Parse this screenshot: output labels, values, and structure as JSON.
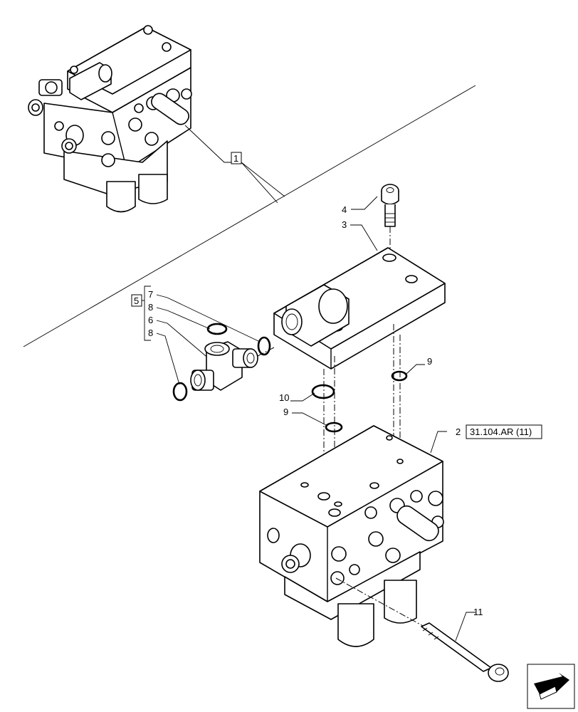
{
  "callouts": {
    "c1": "1",
    "c2": "2",
    "c2_ref": "31.104.AR (11)",
    "c3": "3",
    "c4": "4",
    "c5": "5",
    "c6": "6",
    "c7": "7",
    "c8a": "8",
    "c8b": "8",
    "c9a": "9",
    "c9b": "9",
    "c10": "10",
    "c11": "11"
  },
  "icons": {
    "nav": "next-page-arrow-icon"
  }
}
